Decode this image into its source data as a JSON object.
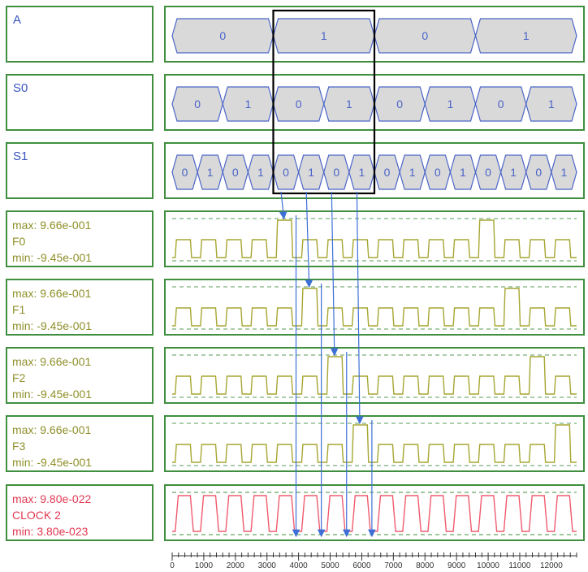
{
  "digital": [
    {
      "name": "A",
      "values": [
        "0",
        "1",
        "0",
        "1"
      ]
    },
    {
      "name": "S0",
      "values": [
        "0",
        "1",
        "0",
        "1",
        "0",
        "1",
        "0",
        "1"
      ]
    },
    {
      "name": "S1",
      "values": [
        "0",
        "1",
        "0",
        "1",
        "0",
        "1",
        "0",
        "1",
        "0",
        "1",
        "0",
        "1",
        "0",
        "1",
        "0",
        "1"
      ]
    }
  ],
  "analog": [
    {
      "max": "max: 9.66e-001",
      "name": "F0",
      "min": "min: -9.45e-001",
      "pulse_slots": [
        4,
        12
      ]
    },
    {
      "max": "max: 9.66e-001",
      "name": "F1",
      "min": "min: -9.45e-001",
      "pulse_slots": [
        5,
        13
      ]
    },
    {
      "max": "max: 9.66e-001",
      "name": "F2",
      "min": "min: -9.45e-001",
      "pulse_slots": [
        6,
        14
      ]
    },
    {
      "max": "max: 9.66e-001",
      "name": "F3",
      "min": "min: -9.45e-001",
      "pulse_slots": [
        7,
        15
      ]
    },
    {
      "max": "max: 9.80e-022",
      "name": "CLOCK 2",
      "min": "min: 3.80e-023",
      "pulse_slots": []
    }
  ],
  "axis": {
    "min": 0,
    "max": 12800,
    "ticks": [
      0,
      1000,
      2000,
      3000,
      4000,
      5000,
      6000,
      7000,
      8000,
      9000,
      10000,
      11000,
      12000
    ]
  },
  "colors": {
    "frame": "#3f8f3f",
    "digital": "#4a64c8",
    "digital_fill": "#d9d9d9",
    "analog": "#a6a632",
    "analog_text": "#8f8f2a",
    "clock": "#ef5b6e",
    "clock_text": "#e23a52",
    "arrow": "#3d6fd6",
    "highlight": "#000000"
  }
}
